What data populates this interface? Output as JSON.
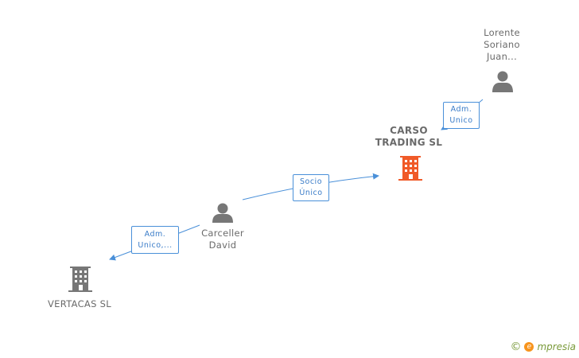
{
  "nodes": {
    "lorente": {
      "label": "Lorente\nSoriano\nJuan...",
      "type": "person"
    },
    "carso": {
      "label": "CARSO\nTRADING SL",
      "type": "company-focus",
      "color": "#f05a28"
    },
    "carceller": {
      "label": "Carceller\nDavid",
      "type": "person"
    },
    "vertacas": {
      "label": "VERTACAS SL",
      "type": "company"
    }
  },
  "edges": {
    "lorente_carso": {
      "label": "Adm.\nUnico"
    },
    "carceller_carso": {
      "label": "Socio\nÚnico"
    },
    "carceller_vertacas": {
      "label": "Adm.\nUnico,..."
    }
  },
  "colors": {
    "edge": "#4a90d9",
    "person_icon": "#777777",
    "company_icon": "#777777",
    "focus_company_icon": "#f05a28"
  },
  "brand": {
    "copyright": "©",
    "logo_letter": "e",
    "name": "mpresia"
  }
}
